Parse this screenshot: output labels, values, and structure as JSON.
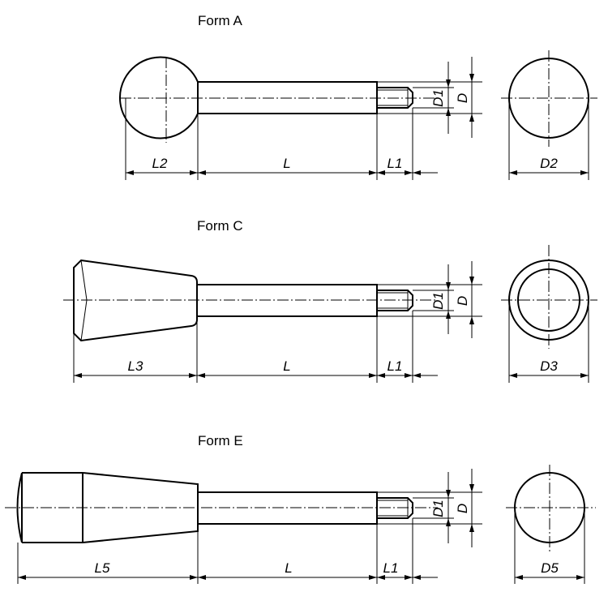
{
  "forms": {
    "a": {
      "title": "Form A",
      "dims": {
        "l2": "L2",
        "l": "L",
        "l1": "L1",
        "d1": "D1",
        "d": "D",
        "d2": "D2"
      }
    },
    "c": {
      "title": "Form C",
      "dims": {
        "l3": "L3",
        "l": "L",
        "l1": "L1",
        "d1": "D1",
        "d": "D",
        "d3": "D3"
      }
    },
    "e": {
      "title": "Form E",
      "dims": {
        "l5": "L5",
        "l": "L",
        "l1": "L1",
        "d1": "D1",
        "d": "D",
        "d5": "D5"
      }
    }
  }
}
